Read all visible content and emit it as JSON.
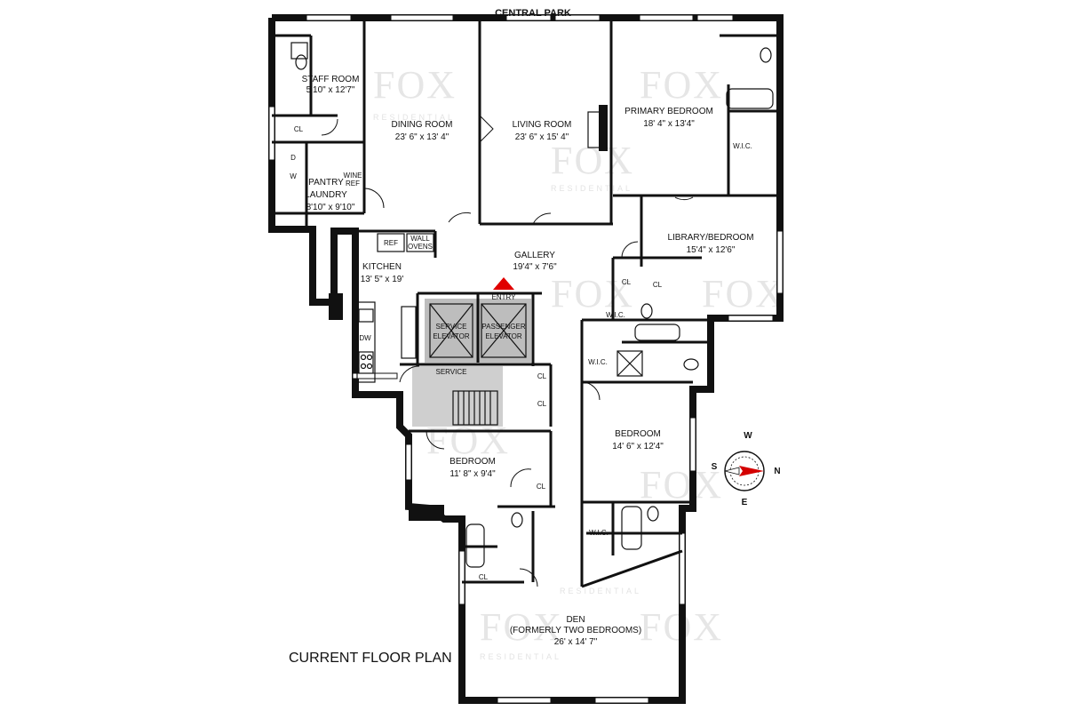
{
  "header": {
    "street": "CENTRAL PARK"
  },
  "plan_title": "CURRENT FLOOR PLAN",
  "watermark": {
    "brand": "FOX",
    "sub": "RESIDENTIAL"
  },
  "rooms": {
    "staff_room": {
      "name": "STAFF ROOM",
      "dims": "5'10\" x 12'7\""
    },
    "dining_room": {
      "name": "DINING ROOM",
      "dims": "23' 6\" x 13' 4\""
    },
    "living_room": {
      "name": "LIVING ROOM",
      "dims": "23' 6\" x 15' 4\""
    },
    "primary_bedroom": {
      "name": "PRIMARY BEDROOM",
      "dims": "18' 4\" x 13'4\""
    },
    "pantry_laundry": {
      "name1": "PANTRY",
      "name2": "LAUNDRY",
      "dims": "8'10\" x 9'10\""
    },
    "library_bedroom": {
      "name": "LIBRARY/BEDROOM",
      "dims": "15'4\" x 12'6\""
    },
    "kitchen": {
      "name": "KITCHEN",
      "dims": "13' 5\" x 19'"
    },
    "gallery": {
      "name": "GALLERY",
      "dims": "19'4\" x 7'6\""
    },
    "bedroom_east": {
      "name": "BEDROOM",
      "dims": "14' 6\" x 12'4\""
    },
    "bedroom_west": {
      "name": "BEDROOM",
      "dims": "11' 8\" x 9'4\""
    },
    "den": {
      "name": "DEN",
      "note": "(FORMERLY TWO BEDROOMS)",
      "dims": "26' x 14' 7\""
    }
  },
  "fixtures": {
    "cl": "CL",
    "wic": "W.I.C.",
    "d": "D",
    "w": "W",
    "wine_ref_1": "WINE",
    "wine_ref_2": "REF",
    "ref": "REF",
    "wall_ovens_1": "WALL",
    "wall_ovens_2": "OVENS",
    "dw": "DW",
    "entry": "ENTRY",
    "service": "SERVICE",
    "service_elevator_1": "SERVICE",
    "service_elevator_2": "ELEVATOR",
    "passenger_elevator_1": "PASSENGER",
    "passenger_elevator_2": "ELEVATOR"
  },
  "compass": {
    "w": "W",
    "s": "S",
    "n": "N",
    "e": "E"
  },
  "colors": {
    "wall": "#111111",
    "entry_marker": "#e00000",
    "compass_needle": "#d40000",
    "service_area": "#cfcfcf",
    "watermark": "#e6e6e6"
  }
}
